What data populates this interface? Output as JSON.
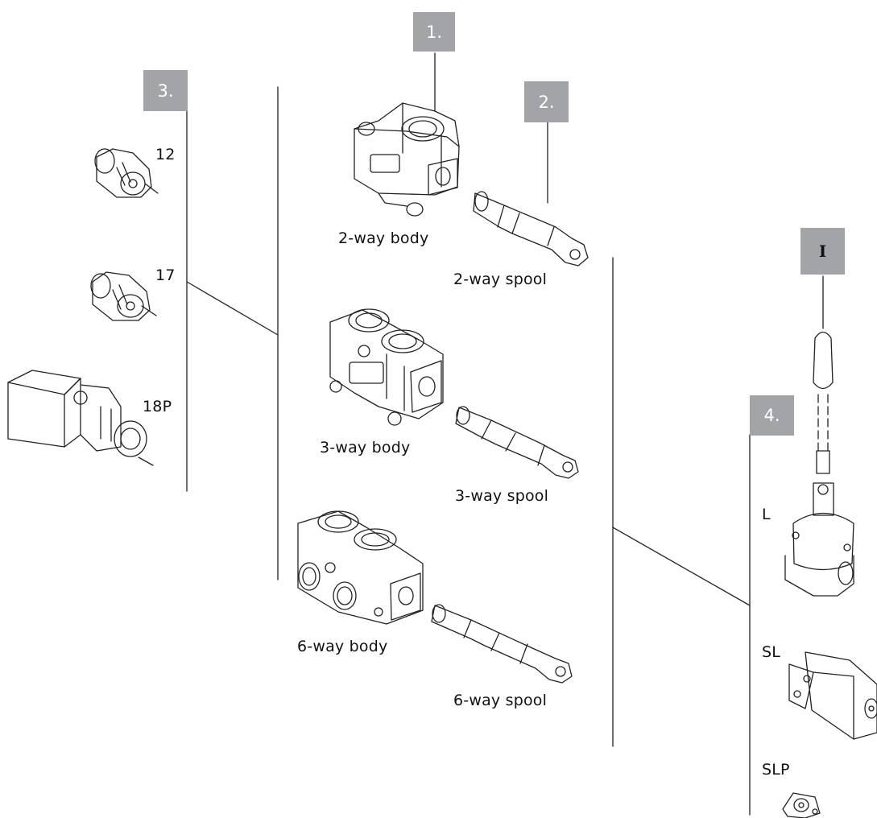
{
  "callouts": {
    "c1": "1.",
    "c2": "2.",
    "c3": "3.",
    "c4": "4.",
    "cI": "I"
  },
  "bodies": {
    "two_way": "2-way body",
    "three_way": "3-way body",
    "six_way": "6-way body"
  },
  "spools": {
    "two_way": "2-way spool",
    "three_way": "3-way spool",
    "six_way": "6-way spool"
  },
  "actuators": {
    "a12": "12",
    "a17": "17",
    "a18p": "18P"
  },
  "levers": {
    "L": "L",
    "SL": "SL",
    "SLP": "SLP"
  }
}
